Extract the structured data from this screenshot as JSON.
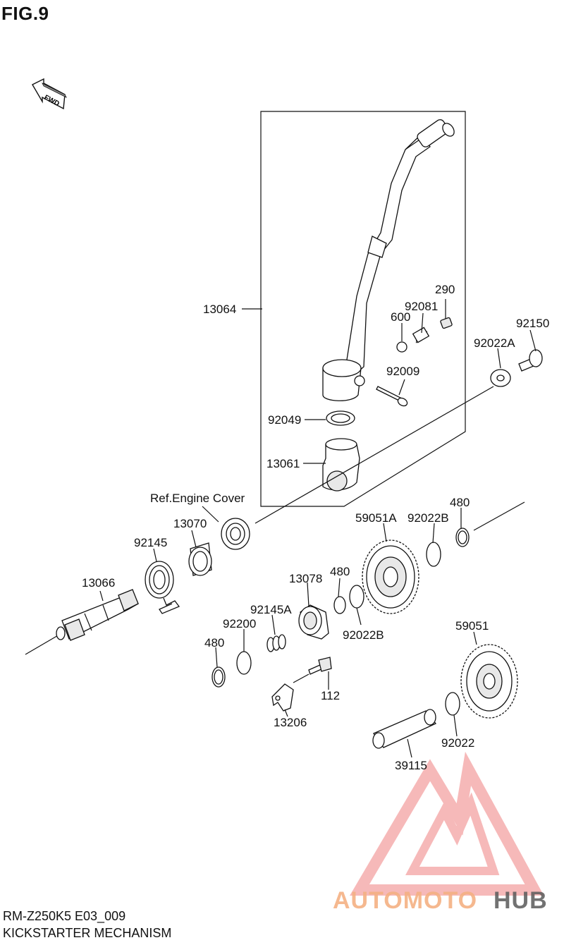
{
  "figure": {
    "title": "FIG.9"
  },
  "footer": {
    "model_code": "RM-Z250K5 E03_009",
    "section_name": "KICKSTARTER MECHANISM"
  },
  "direction_icon": {
    "text": "FWD"
  },
  "reference_note": "Ref.Engine Cover",
  "parts": {
    "p13064": "13064",
    "p290": "290",
    "p92081": "92081",
    "p600": "600",
    "p92150": "92150",
    "p92022A": "92022A",
    "p92009": "92009",
    "p92049": "92049",
    "p13061": "13061",
    "p13070": "13070",
    "p92145": "92145",
    "p13066": "13066",
    "p59051A": "59051A",
    "p92022B_top": "92022B",
    "p480_top": "480",
    "p13078": "13078",
    "p480_mid": "480",
    "p92145A": "92145A",
    "p92200": "92200",
    "p92022B_mid": "92022B",
    "p480_left": "480",
    "p112": "112",
    "p13206": "13206",
    "p59051": "59051",
    "p92022": "92022",
    "p39115": "39115"
  },
  "watermark": {
    "part1": "AUTOMOTO",
    "part2": "HUB",
    "color_light": "#f4b183",
    "color_dark": "#5a5a5a",
    "logo_color": "#f08080"
  }
}
